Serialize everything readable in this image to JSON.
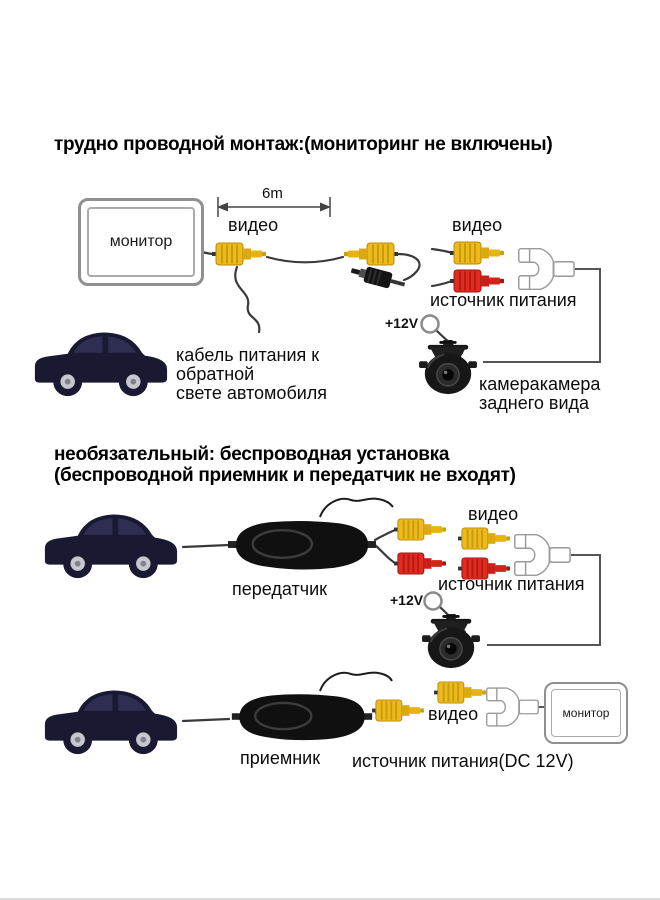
{
  "wired": {
    "title": "трудно проводной монтаж:(мониторинг не включены)",
    "monitor_label": "монитор",
    "cable_length_label": "6m",
    "monitor_video_label": "видео",
    "camera_video_label": "видео",
    "power_source_label": "источник питания",
    "voltage_label": "+12V",
    "camera_caption_line1": "камеракамера",
    "camera_caption_line2": "заднего вида",
    "reverse_light_note_line1": "кабель питания к",
    "reverse_light_note_line2": "обратной",
    "reverse_light_note_line3": "свете автомобиля"
  },
  "wireless": {
    "title_line1": "необязательный: беспроводная установка",
    "title_line2": "(беспроводной приемник и передатчик не входят)",
    "transmitter_label": "передатчик",
    "video_label": "видео",
    "power_source_label": "источник питания",
    "voltage_label": "+12V",
    "receiver_label": "приемник",
    "receiver_video_label": "видео",
    "monitor_label": "монитор",
    "receiver_power_label": "источник питания(DC 12V)"
  },
  "colors": {
    "rca_yellow": "#edb91b",
    "rca_red": "#e12a20",
    "car_body": "#191931",
    "cable": "#3a3a3a",
    "splitter_stroke": "#9a9a9a"
  }
}
